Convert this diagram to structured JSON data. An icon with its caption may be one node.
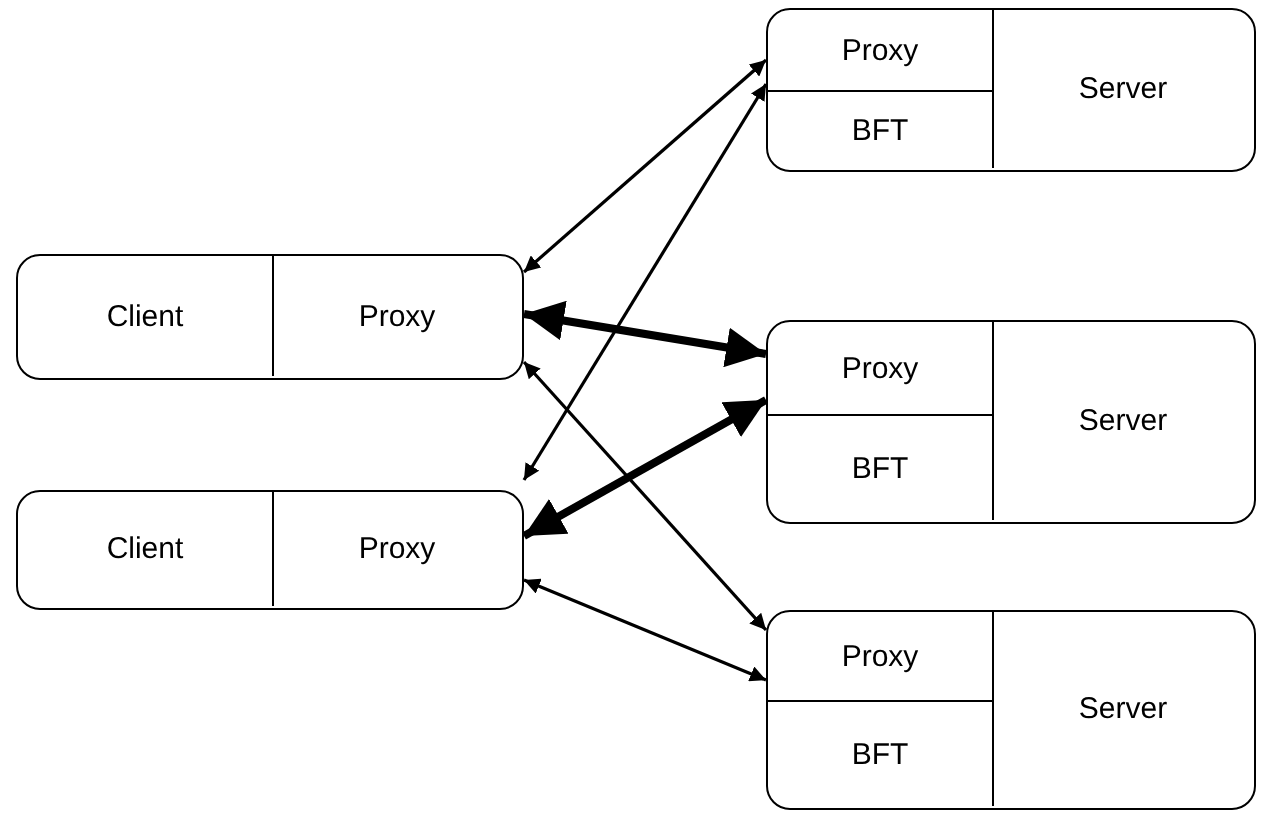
{
  "diagram": {
    "nodes": [
      {
        "text": [],
        "shape": "box"
      },
      {
        "text": [
          "Client"
        ],
        "in": 0
      },
      {
        "text": [
          "Proxy"
        ],
        "in": 0
      },
      {
        "text": [],
        "shape": "box"
      },
      {
        "text": [
          "Client"
        ],
        "in": 3
      },
      {
        "text": [
          "Proxy"
        ],
        "in": 3
      },
      {
        "text": [],
        "shape": "box"
      },
      {
        "text": [
          "Proxy"
        ],
        "in": 6
      },
      {
        "text": [
          "BFT"
        ],
        "in": 6
      },
      {
        "text": [
          "Server"
        ],
        "in": 6
      },
      {
        "text": [],
        "shape": "box"
      },
      {
        "text": [
          "Proxy"
        ],
        "in": 10
      },
      {
        "text": [
          "BFT"
        ],
        "in": 10
      },
      {
        "text": [
          "Server"
        ],
        "in": 10
      },
      {
        "text": [],
        "shape": "box"
      },
      {
        "text": [
          "Proxy"
        ],
        "in": 14
      },
      {
        "text": [
          "BFT"
        ],
        "in": 14
      },
      {
        "text": [
          "Server"
        ],
        "in": 14
      }
    ],
    "edges": [
      {
        "from": 2,
        "to": 7,
        "arrow": "both"
      },
      {
        "from": 2,
        "to": 11,
        "arrow": "both",
        "style": "thick"
      },
      {
        "from": 2,
        "to": 15,
        "arrow": "both"
      },
      {
        "from": 5,
        "to": 7,
        "arrow": "both"
      },
      {
        "from": 5,
        "to": 11,
        "arrow": "both",
        "style": "thick"
      },
      {
        "from": 5,
        "to": 15,
        "arrow": "both"
      }
    ]
  }
}
